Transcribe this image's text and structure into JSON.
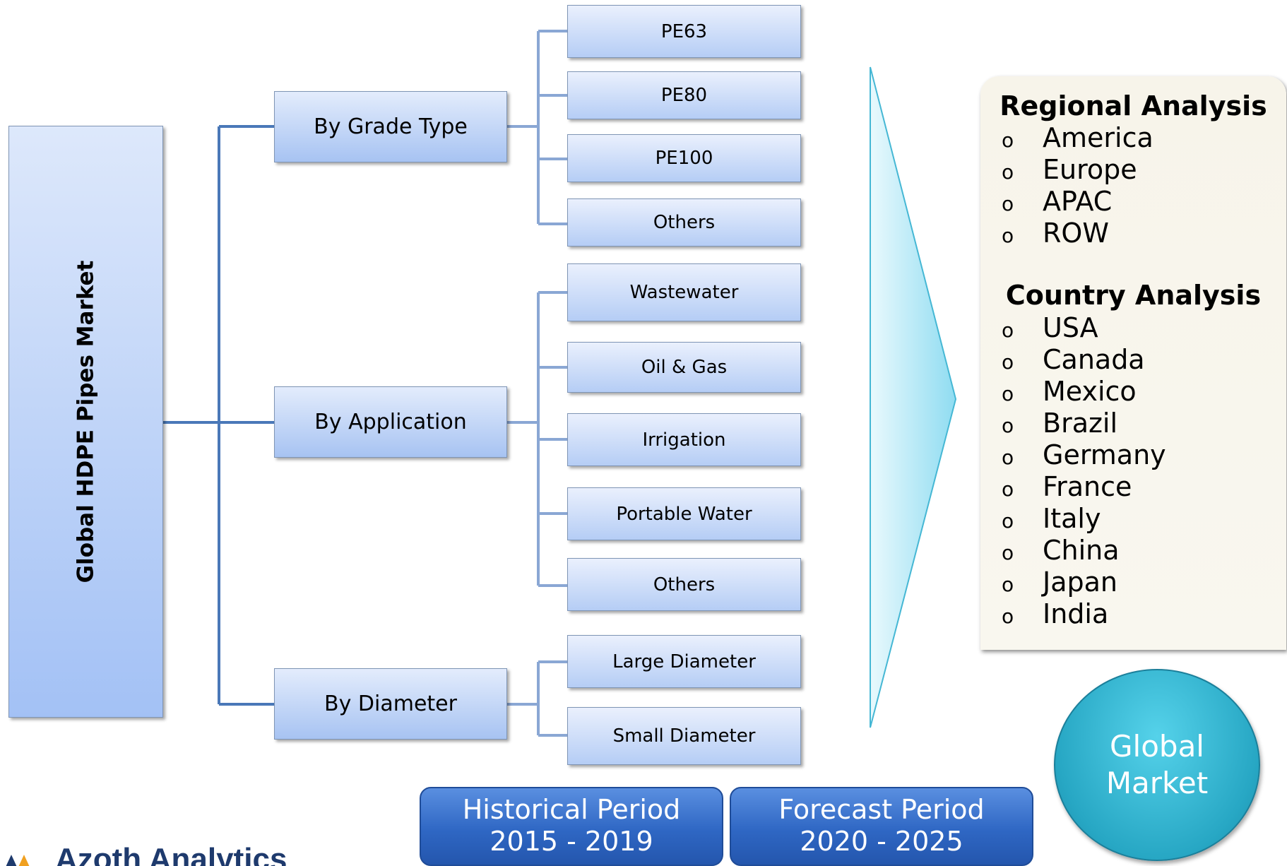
{
  "root": {
    "label": "Global HDPE Pipes Market"
  },
  "categories": [
    {
      "label": "By Grade Type",
      "items": [
        "PE63",
        "PE80",
        "PE100",
        "Others"
      ]
    },
    {
      "label": "By Application",
      "items": [
        "Wastewater",
        "Oil & Gas",
        "Irrigation",
        "Portable Water",
        "Others"
      ]
    },
    {
      "label": "By Diameter",
      "items": [
        "Large Diameter",
        "Small Diameter"
      ]
    }
  ],
  "regional": {
    "heading": "Regional Analysis",
    "items": [
      "America",
      "Europe",
      "APAC",
      "ROW"
    ]
  },
  "country": {
    "heading": "Country Analysis",
    "items": [
      "USA",
      "Canada",
      "Mexico",
      "Brazil",
      "Germany",
      "France",
      "Italy",
      "China",
      "Japan",
      "India"
    ]
  },
  "bullet": "o",
  "global_market": {
    "line1": "Global",
    "line2": "Market"
  },
  "historical": {
    "label": "Historical Period",
    "range": "2015 - 2019"
  },
  "forecast": {
    "label": "Forecast Period",
    "range": "2020 - 2025"
  },
  "logo": {
    "text": "Azoth Analytics"
  },
  "colors": {
    "connector": "#4a78b8",
    "box_gradient_top": "#e3ecfc",
    "box_gradient_bottom": "#a7c3f2",
    "arrow_fill": "#b8e9f7",
    "circle": "#27a7c4",
    "period_button": "#2f67c4"
  }
}
